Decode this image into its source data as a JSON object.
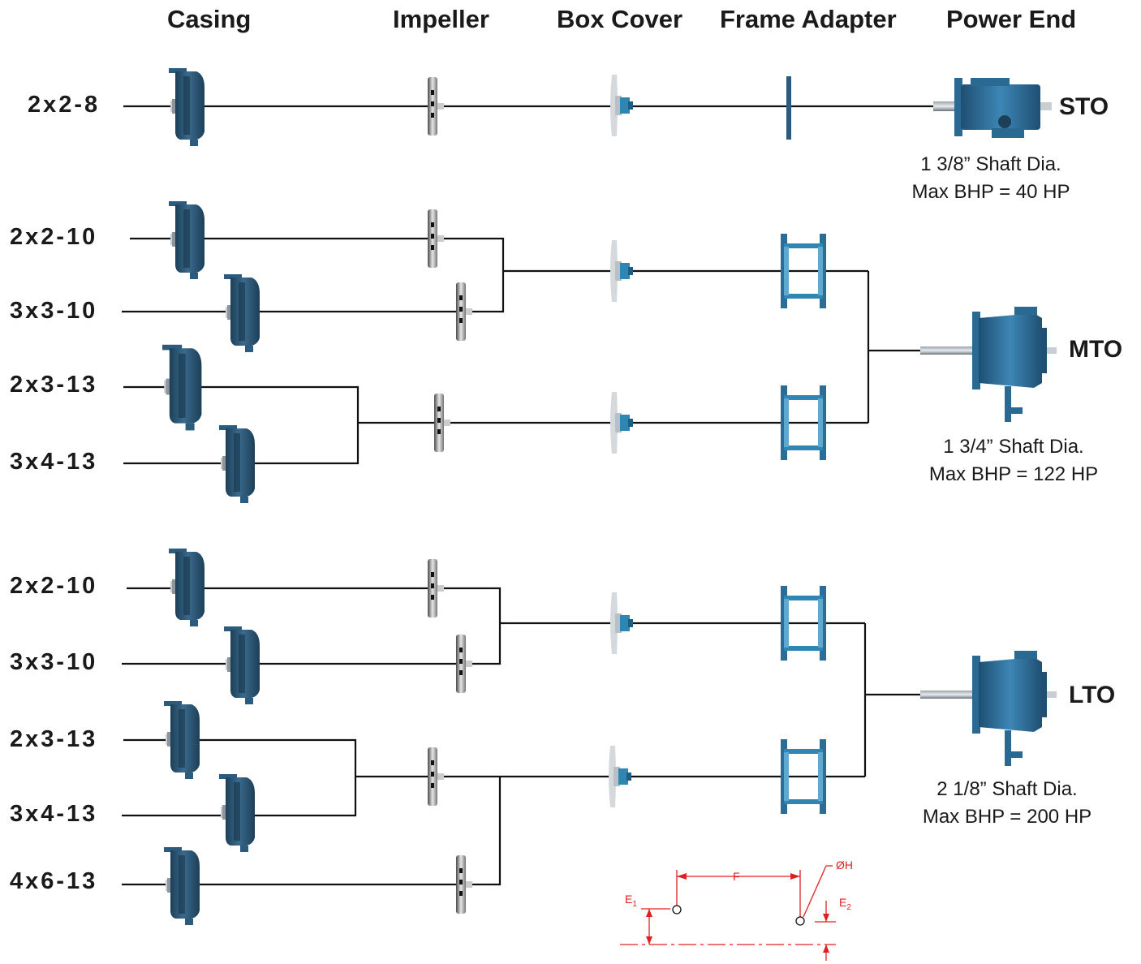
{
  "headers": {
    "casing": "Casing",
    "impeller": "Impeller",
    "box_cover": "Box Cover",
    "frame_adapter": "Frame Adapter",
    "power_end": "Power End"
  },
  "groups": [
    {
      "power_end": "STO",
      "shaft": "1 3/8” Shaft Dia.",
      "bhp": "Max BHP = 40 HP",
      "sizes": [
        "2x2-8"
      ]
    },
    {
      "power_end": "MTO",
      "shaft": "1 3/4” Shaft Dia.",
      "bhp": "Max BHP = 122 HP",
      "sizes": [
        "2x2-10",
        "3x3-10",
        "2x3-13",
        "3x4-13"
      ]
    },
    {
      "power_end": "LTO",
      "shaft": "2 1/8” Shaft Dia.",
      "bhp": "Max BHP = 200 HP",
      "sizes": [
        "2x2-10",
        "3x3-10",
        "2x3-13",
        "3x4-13",
        "4x6-13"
      ]
    }
  ],
  "dimension_labels": {
    "f": "F",
    "oh": "ØH",
    "e1": "E",
    "e1_sub": "1",
    "e2": "E",
    "e2_sub": "2"
  },
  "colors": {
    "line": "#111111",
    "part_blue": "#2b5c7e",
    "part_dark": "#1d3f58",
    "accent_blue": "#2f86b3",
    "dimension_red": "#e02020"
  }
}
